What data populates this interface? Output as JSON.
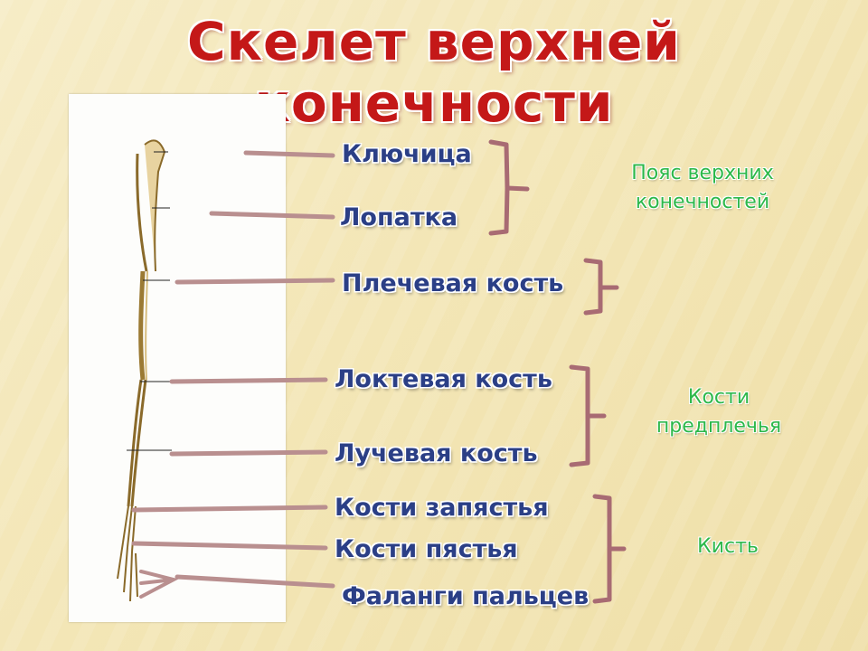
{
  "title": "Скелет верхней конечности",
  "labels": [
    "Ключица",
    "Лопатка",
    "Плечевая кость",
    "Локтевая кость",
    "Лучевая кость",
    "Кости запястья",
    "Кости пястья",
    "Фаланги пальцев"
  ],
  "groups": [
    {
      "line1": "Пояс верхних",
      "line2": "конечностей"
    },
    {
      "line1": "Кости",
      "line2": "предплечья"
    },
    {
      "line1": "Кисть",
      "line2": ""
    }
  ],
  "colors": {
    "title": "#c41818",
    "labels": "#2b3f86",
    "groups": "#2db84a",
    "pointer_lines": "#b98f8f",
    "brackets": "#a86b73"
  }
}
